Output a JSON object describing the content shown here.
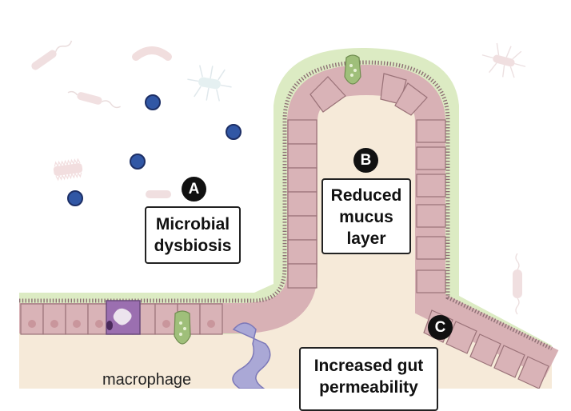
{
  "labels": {
    "a": {
      "badge": "A",
      "lines": [
        "Microbial",
        "dysbiosis"
      ]
    },
    "b": {
      "badge": "B",
      "lines": [
        "Reduced",
        "mucus",
        "layer"
      ]
    },
    "c": {
      "badge": "C",
      "lines": [
        "Increased gut",
        "permeability"
      ]
    }
  },
  "captions": {
    "macrophage": "macrophage"
  },
  "colors": {
    "mucus": "#dcebc3",
    "epithelium": "#d9b3b7",
    "epithelium_outline": "#9a7278",
    "nucleus": "#c9969c",
    "lumen": "#f6ead9",
    "microvilli": "#8d6f74",
    "bacteria_blue": "#2e4f9c",
    "goblet": "#9fbf7a",
    "macrophage": "#aaa8d6",
    "dendritic": "#9b6fb0"
  }
}
